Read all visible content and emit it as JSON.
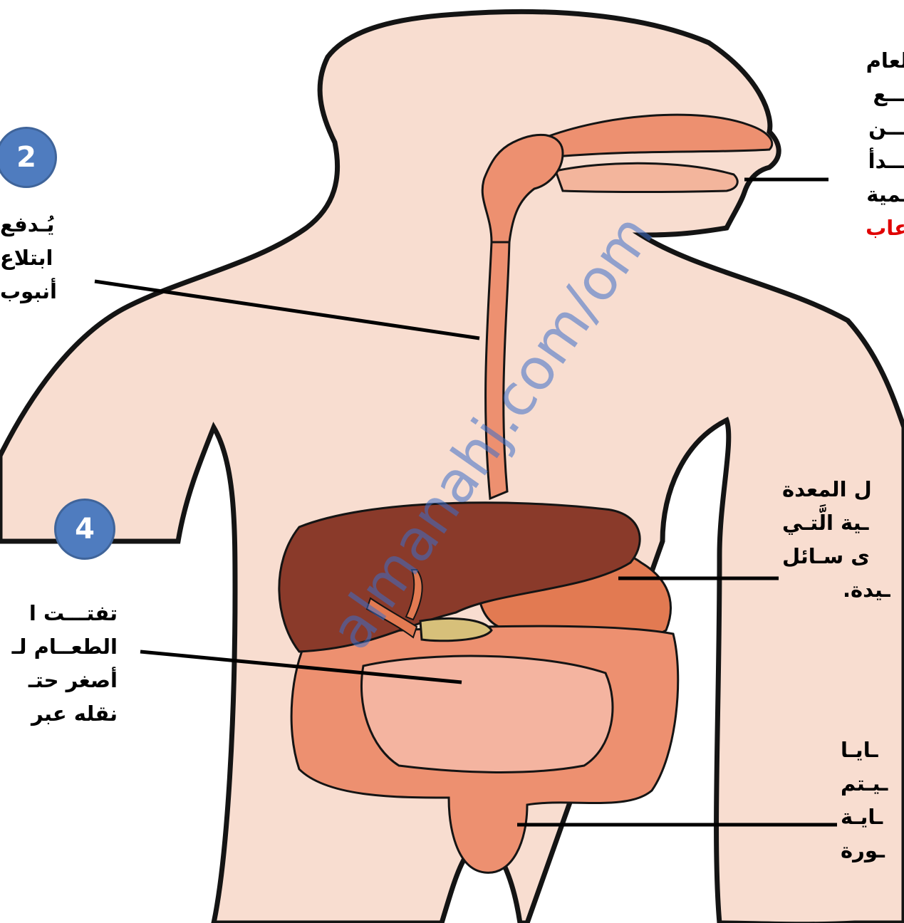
{
  "badges": {
    "step2": "2",
    "step4": "4"
  },
  "labels": {
    "mouth": [
      "لعام",
      "ـــع",
      "ـــن",
      "ـــدأ",
      "ـمية",
      "عاب"
    ],
    "esophagus": [
      "يُـدفع",
      "ابتلاع",
      "أنبوب"
    ],
    "stomach": [
      "ل المعدة",
      "ـية الَّتـي",
      "ى سـائل",
      "ـيدة."
    ],
    "small_intestine": [
      "تفتـــت ا",
      "الطعــام لـ",
      "أصغر حتـ",
      "نقله عبر"
    ],
    "large_intestine": [
      "ـايـا",
      "ـيـتم",
      "ـايـة",
      "ـورة"
    ]
  },
  "watermark": "almanahj.com/om",
  "colors": {
    "body": "#f8ddd0",
    "outline": "#141414",
    "organ": "#ed9070",
    "liver": "#8a3a2a",
    "stomach": "#e27a52",
    "gallbladder": "#d7c07a",
    "badge": "#4f7cbf",
    "accent_text": "#e00000"
  }
}
